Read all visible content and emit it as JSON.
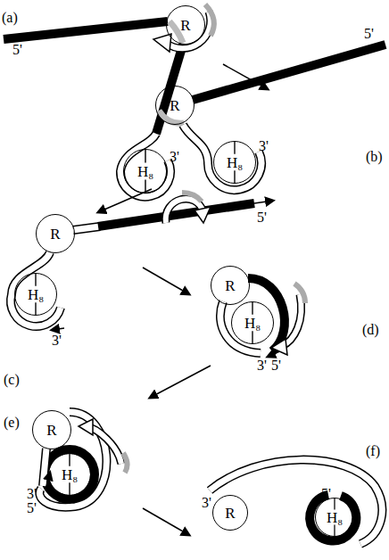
{
  "diagram": {
    "nodes": [
      {
        "text": [
          "R"
        ]
      },
      {
        "text": [
          "H₈"
        ]
      },
      {
        "text": [
          "R"
        ]
      },
      {
        "text": [
          "H₈"
        ]
      },
      {
        "text": [
          "R"
        ]
      },
      {
        "text": [
          "H₈"
        ]
      },
      {
        "text": [
          "R"
        ]
      },
      {
        "text": [
          "H₈"
        ]
      },
      {
        "text": [
          "R"
        ]
      },
      {
        "text": [
          "H₈"
        ]
      },
      {
        "text": [
          "R"
        ]
      },
      {
        "text": [
          "H₈"
        ]
      }
    ],
    "labels": [
      "(a)",
      "5'",
      "3'",
      "(b)",
      "5'",
      "3'",
      "(c)",
      "5'",
      "3'",
      "(d)",
      "3'",
      "5'",
      "(e)",
      "3'",
      "5'",
      "(f)",
      "3'",
      "5'"
    ]
  }
}
